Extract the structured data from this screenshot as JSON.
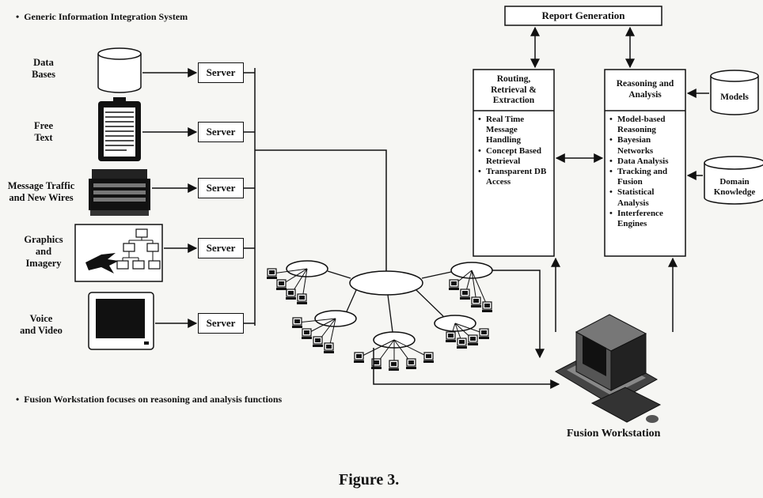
{
  "header": {
    "top_bullet": "Generic Information Integration System",
    "bottom_bullet": "Fusion Workstation focuses on reasoning and analysis functions"
  },
  "sources": [
    {
      "label_lines": [
        "Data",
        "Bases"
      ],
      "server": "Server"
    },
    {
      "label_lines": [
        "Free",
        "Text"
      ],
      "server": "Server"
    },
    {
      "label_lines": [
        "Message Traffic",
        "and New Wires"
      ],
      "server": "Server"
    },
    {
      "label_lines": [
        "Graphics",
        "and",
        "Imagery"
      ],
      "server": "Server"
    },
    {
      "label_lines": [
        "Voice",
        "and Video"
      ],
      "server": "Server"
    }
  ],
  "report_generation": "Report Generation",
  "routing": {
    "title_lines": [
      "Routing,",
      "Retrieval &",
      "Extraction"
    ],
    "items": [
      "Real Time Message Handling",
      "Concept Based Retrieval",
      "Transparent DB Access"
    ]
  },
  "reasoning": {
    "title_lines": [
      "Reasoning and",
      "Analysis"
    ],
    "items": [
      "Model-based Reasoning",
      "Bayesian Networks",
      "Data Analysis",
      "Tracking and Fusion",
      "Statistical Analysis",
      "Interference Engines"
    ]
  },
  "models": "Models",
  "domain_knowledge_lines": [
    "Domain",
    "Knowledge"
  ],
  "fusion_workstation": "Fusion Workstation",
  "figure_caption": "Figure 3."
}
